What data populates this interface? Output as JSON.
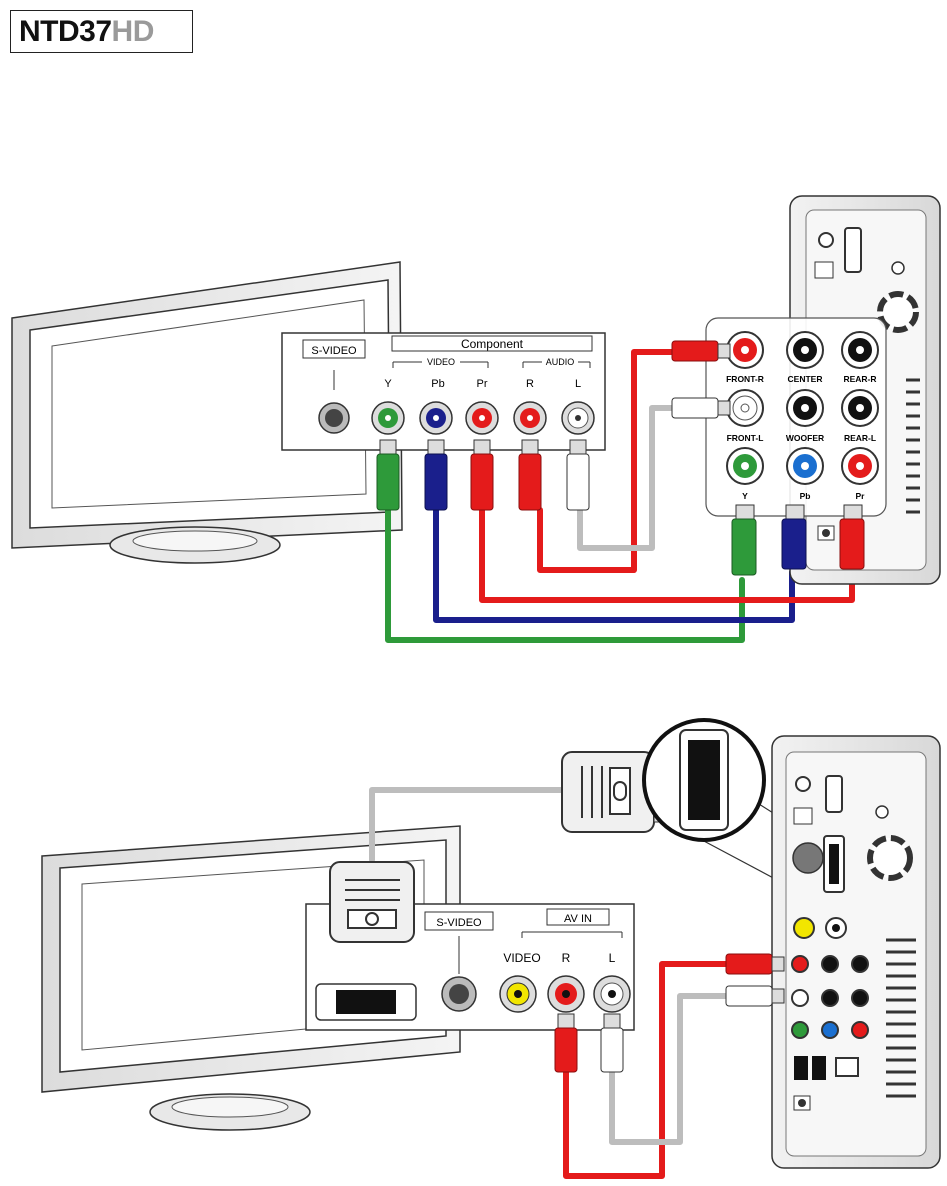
{
  "brand": {
    "model": "NTD37",
    "suffix": "HD"
  },
  "diagram1": {
    "tv_panel": {
      "svideo_label": "S-VIDEO",
      "component_label": "Component",
      "video_label": "VIDEO",
      "audio_label": "AUDIO",
      "ports": [
        "Y",
        "Pb",
        "Pr",
        "R",
        "L"
      ]
    },
    "player_panel": {
      "row1": [
        "FRONT-R",
        "CENTER",
        "REAR-R"
      ],
      "row2": [
        "FRONT-L",
        "WOOFER",
        "REAR-L"
      ],
      "row3": [
        "Y",
        "Pb",
        "Pr"
      ]
    }
  },
  "diagram2": {
    "tv_panel": {
      "svideo_label": "S-VIDEO",
      "avin_label": "AV IN",
      "ports": [
        "VIDEO",
        "R",
        "L"
      ]
    }
  },
  "colors": {
    "green": "#2e9a3a",
    "blue": "#1a1f8c",
    "red": "#e41b1b",
    "white": "#ffffff",
    "yellow": "#f2e600",
    "gray_cable": "#bdbdbd"
  }
}
